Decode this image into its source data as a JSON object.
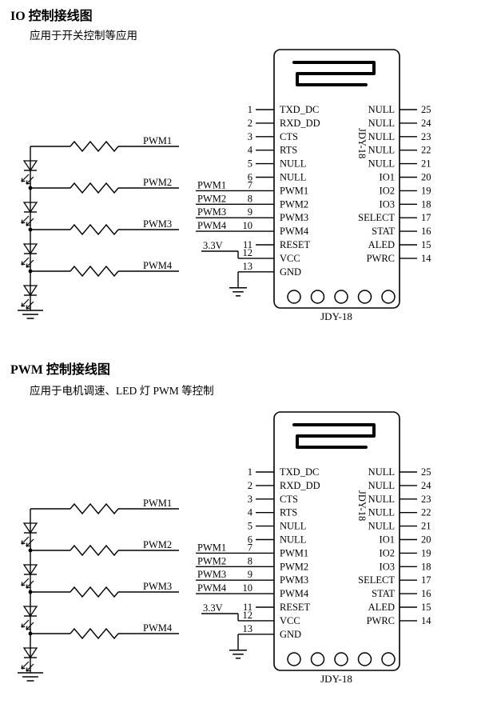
{
  "colors": {
    "ink": "#000000",
    "bg": "#ffffff"
  },
  "chip": {
    "vertical_label": "JDY-18",
    "bottom_label": "JDY-18",
    "left_pins": [
      {
        "num": "1",
        "label": "TXD_DC"
      },
      {
        "num": "2",
        "label": "RXD_DD"
      },
      {
        "num": "3",
        "label": "CTS"
      },
      {
        "num": "4",
        "label": "RTS"
      },
      {
        "num": "5",
        "label": "NULL"
      },
      {
        "num": "6",
        "label": "NULL"
      },
      {
        "num": "7",
        "label": "PWM1"
      },
      {
        "num": "8",
        "label": "PWM2"
      },
      {
        "num": "9",
        "label": "PWM3"
      },
      {
        "num": "10",
        "label": "PWM4"
      },
      {
        "num": "11",
        "label": "RESET"
      },
      {
        "num": "12",
        "label": "VCC"
      },
      {
        "num": "13",
        "label": "GND"
      }
    ],
    "right_pins": [
      {
        "num": "25",
        "label": "NULL"
      },
      {
        "num": "24",
        "label": "NULL"
      },
      {
        "num": "23",
        "label": "NULL"
      },
      {
        "num": "22",
        "label": "NULL"
      },
      {
        "num": "21",
        "label": "NULL"
      },
      {
        "num": "20",
        "label": "IO1"
      },
      {
        "num": "19",
        "label": "IO2"
      },
      {
        "num": "18",
        "label": "IO3"
      },
      {
        "num": "17",
        "label": "SELECT"
      },
      {
        "num": "16",
        "label": "STAT"
      },
      {
        "num": "15",
        "label": "ALED"
      },
      {
        "num": "14",
        "label": "PWRC"
      }
    ]
  },
  "sections": [
    {
      "title": "IO 控制接线图",
      "subtitle": "应用于开关控制等应用",
      "led_branch_labels": [
        "PWM1",
        "PWM2",
        "PWM3",
        "PWM4"
      ],
      "chip_net_labels": [
        "PWM1",
        "PWM2",
        "PWM3",
        "PWM4"
      ],
      "power_label": "3.3V"
    },
    {
      "title": "PWM 控制接线图",
      "subtitle": "应用于电机调速、LED 灯 PWM 等控制",
      "led_branch_labels": [
        "PWM1",
        "PWM2",
        "PWM3",
        "PWM4"
      ],
      "chip_net_labels": [
        "PWM1",
        "PWM2",
        "PWM3",
        "PWM4"
      ],
      "power_label": "3.3V"
    }
  ]
}
